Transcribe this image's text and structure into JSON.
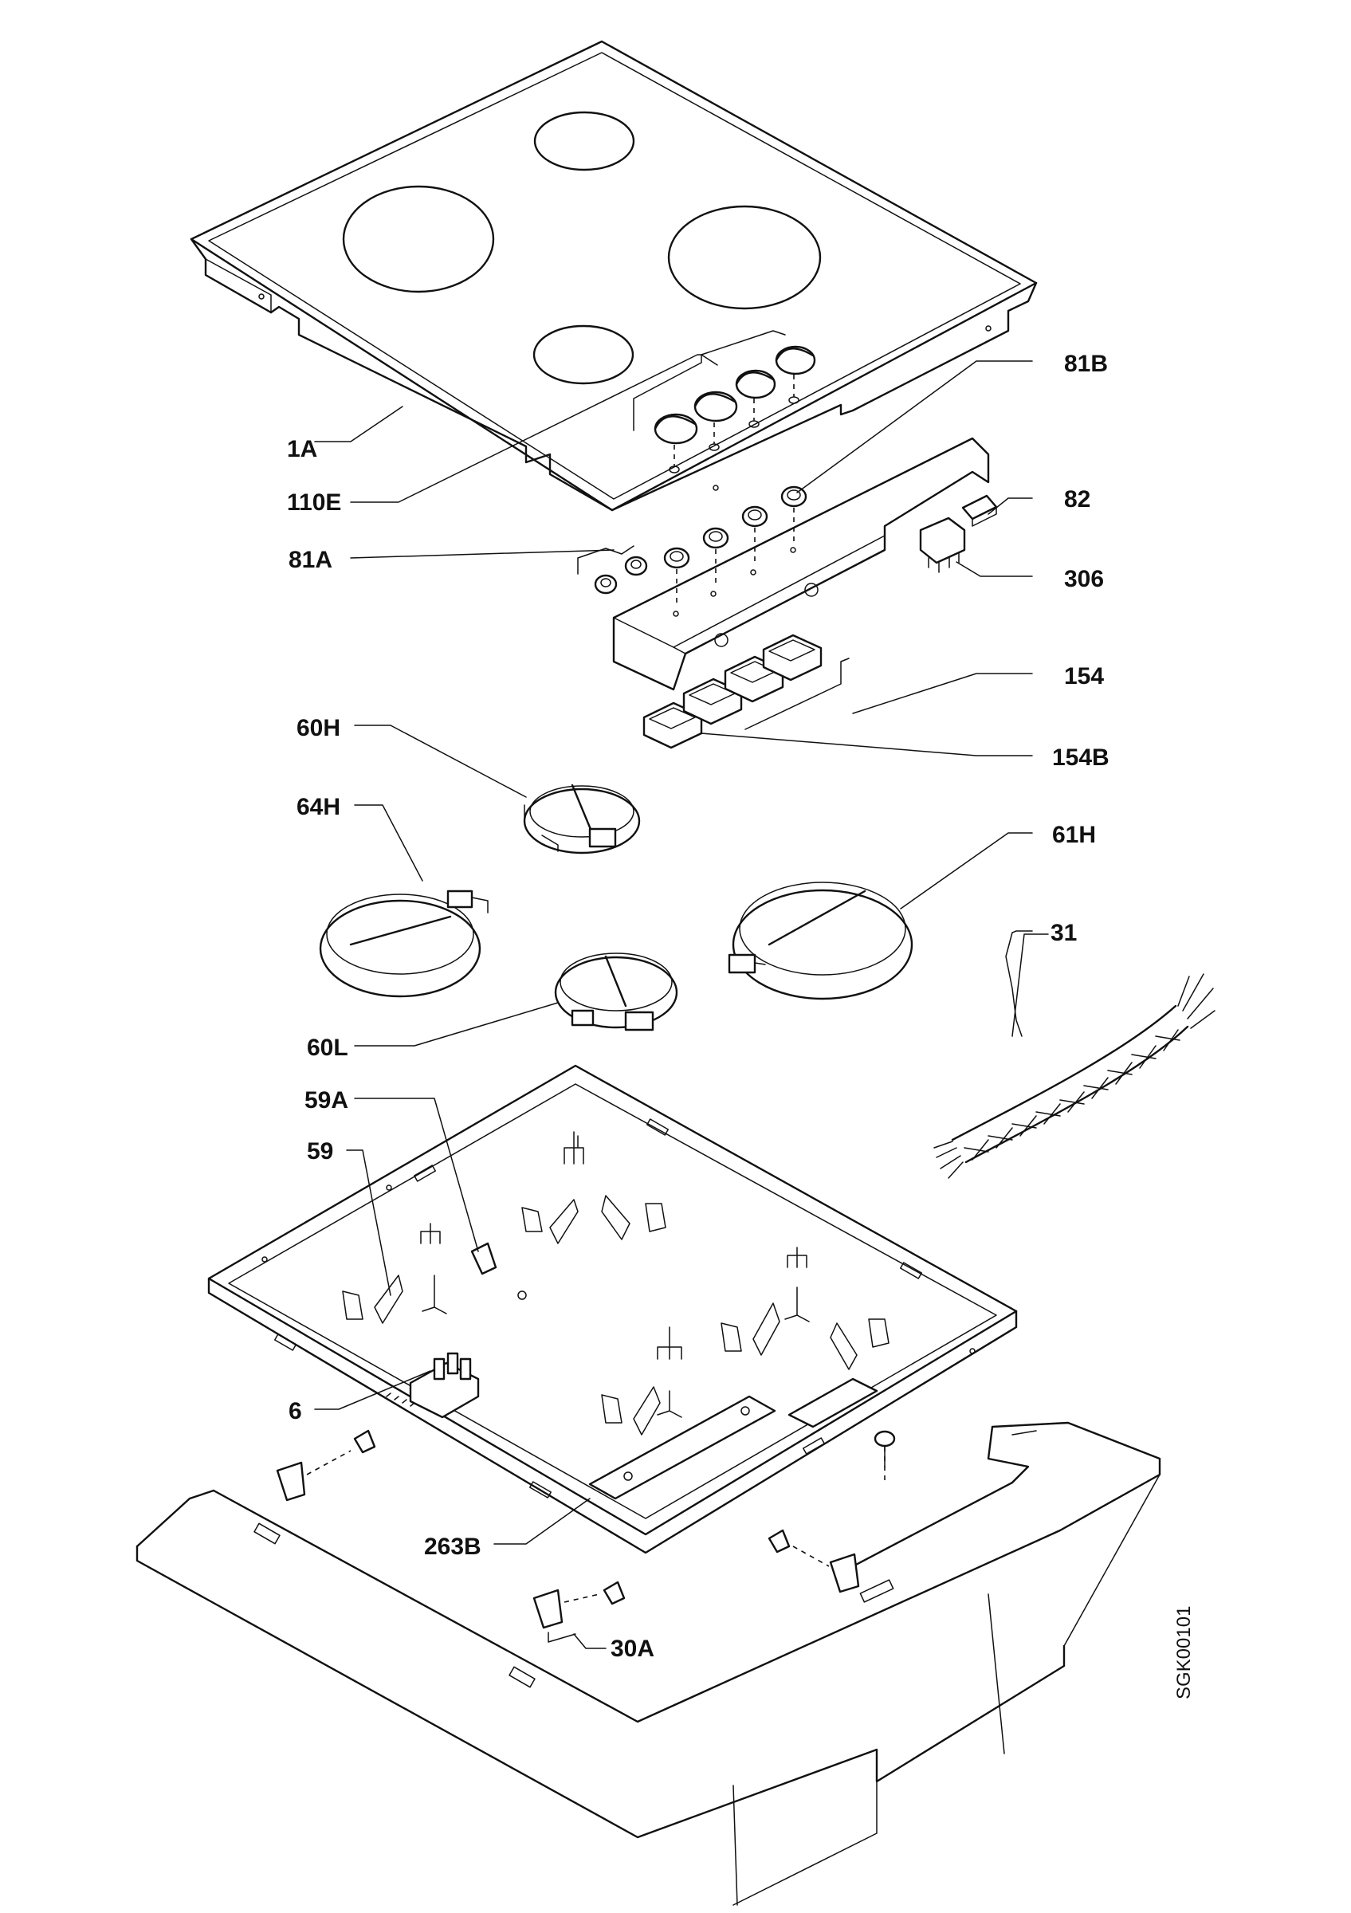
{
  "labels": {
    "l_1A": "1A",
    "l_110E": "110E",
    "l_81A": "81A",
    "l_81B": "81B",
    "l_82": "82",
    "l_306": "306",
    "l_154": "154",
    "l_154B": "154B",
    "l_60H": "60H",
    "l_64H": "64H",
    "l_61H": "61H",
    "l_31": "31",
    "l_60L": "60L",
    "l_59A": "59A",
    "l_59": "59",
    "l_6": "6",
    "l_263B": "263B",
    "l_30A": "30A"
  },
  "drawing_code": "SGK00101"
}
